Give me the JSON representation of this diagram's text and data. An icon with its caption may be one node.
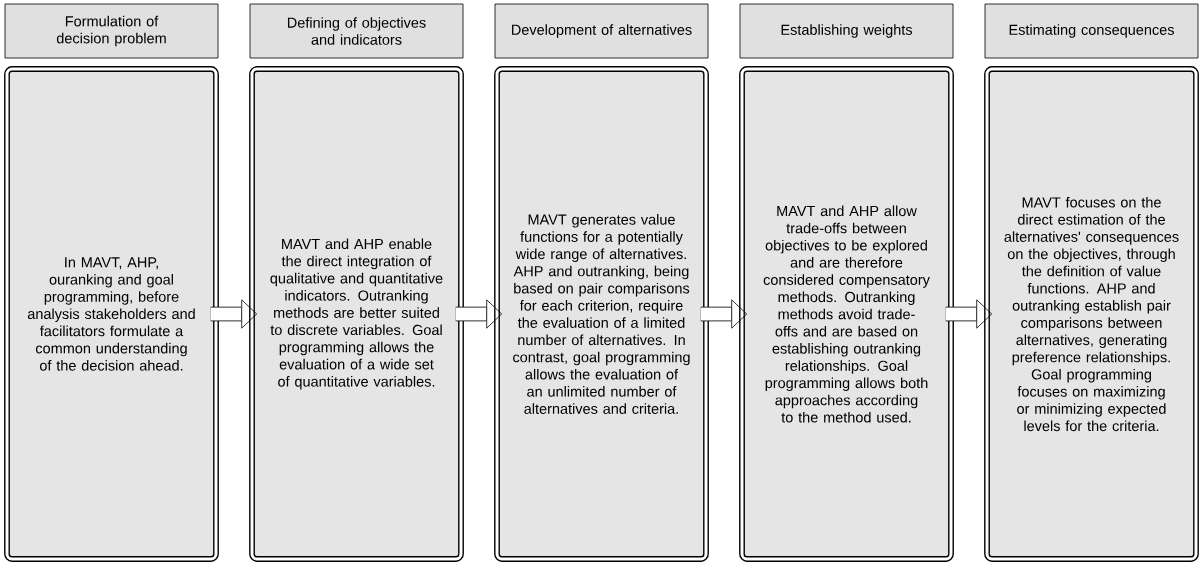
{
  "diagram": {
    "nodes": [
      {
        "text": [
          "Formulation of decision problem"
        ]
      },
      {
        "text": [
          "In MAVT, AHP, ouranking and goal programming, before analysis stakeholders and facilitators formulate a common understanding of the decision ahead."
        ]
      },
      {
        "text": [
          "Defining of objectives and indicators"
        ]
      },
      {
        "text": [
          "MAVT and AHP enable the direct integration of qualitative and quantitative indicators. Outranking methods are better suited to discrete variables. Goal programming allows the evaluation of a wide set of quantitative variables."
        ]
      },
      {
        "text": [
          "Development of alternatives"
        ]
      },
      {
        "text": [
          "MAVT generates value functions for a potentially wide range of alternatives. AHP and outranking, being based on pair comparisons for each criterion, require the evaluation of a limited number of alternatives. In contrast, goal programming allows the evaluation of an unlimited number of alternatives and criteria."
        ]
      },
      {
        "text": [
          "Establishing weights"
        ]
      },
      {
        "text": [
          "MAVT and AHP allow trade-offs between objectives to be explored and are therefore considered compensatory methods. Outranking methods avoid trade-offs and are based on establishing outranking relationships. Goal programming allows both approaches according to the method used."
        ]
      },
      {
        "text": [
          "Estimating consequences"
        ]
      },
      {
        "text": [
          "MAVT focuses on the direct estimation of the alternatives' consequences on the objectives, through the definition of value functions. AHP and outranking establish pair comparisons between alternatives, generating preference relationships. Goal programming focuses on maximizing or minimizing expected levels for the criteria."
        ]
      }
    ],
    "edges": [
      {
        "from": 1,
        "to": 3,
        "arrow": "to"
      },
      {
        "from": 3,
        "to": 5,
        "arrow": "to"
      },
      {
        "from": 5,
        "to": 7,
        "arrow": "to"
      },
      {
        "from": 7,
        "to": 9,
        "arrow": "to"
      }
    ]
  }
}
